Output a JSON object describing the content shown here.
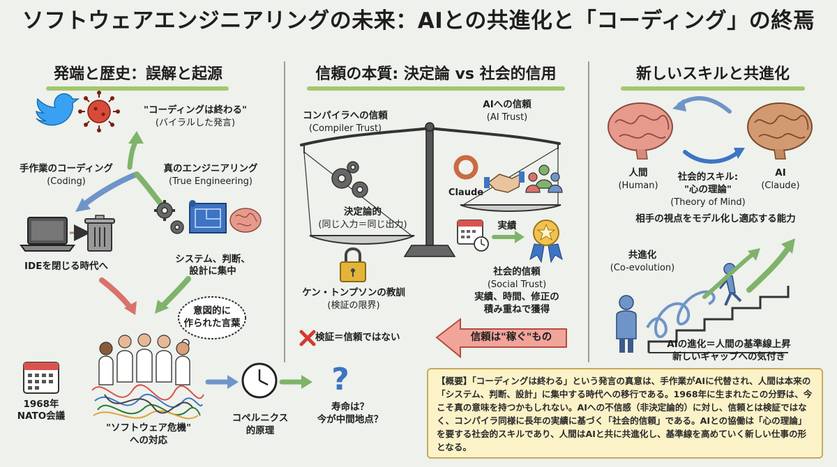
{
  "title": "ソフトウェアエンジニアリングの未来：AIとの共進化と「コーディング」の終焉",
  "sections": {
    "origin": {
      "title": "発端と歴史：誤解と起源",
      "viral_quote": "\"コーディングは終わる\"",
      "viral_sub": "(バイラルした発言)",
      "coding": "手作業のコーディング",
      "coding_en": "(Coding)",
      "true_eng": "真のエンジニアリング",
      "true_eng_en": "(True Engineering)",
      "ide": "IDEを閉じる時代へ",
      "system_focus_1": "システム、判断、",
      "system_focus_2": "設計に集中",
      "intentional_1": "意図的に",
      "intentional_2": "作られた言葉",
      "nato_1": "1968年",
      "nato_2": "NATO会議",
      "crisis_1": "\"ソフトウェア危機\"",
      "crisis_2": "への対応",
      "copernicus_1": "コペルニクス",
      "copernicus_2": "的原理",
      "lifespan_1": "寿命は？",
      "lifespan_2": "今が中間地点？"
    },
    "trust": {
      "title": "信頼の本質: 決定論 vs 社会的信用",
      "compiler": "コンパイラへの信頼",
      "compiler_en": "(Compiler Trust)",
      "ai": "AIへの信頼",
      "ai_en": "(AI Trust)",
      "claude": "Claude",
      "deterministic_1": "決定論的",
      "deterministic_2": "(同じ入力＝同じ出力)",
      "passed": "実績",
      "social_1": "社会的信頼",
      "social_2": "(Social Trust)",
      "social_3": "実績、時間、修正の",
      "social_4": "積み重ねで獲得",
      "thompson_1": "ケン・トンプソンの教訓",
      "thompson_2": "(検証の限界)",
      "verify": "検証＝信頼ではない",
      "earned": "信頼は\"稼ぐ\"もの"
    },
    "skills": {
      "title": "新しいスキルと共進化",
      "human": "人間",
      "human_en": "(Human)",
      "social_skill_1": "社会的スキル:",
      "social_skill_2": "\"心の理論\"",
      "social_skill_3": "(Theory of Mind)",
      "ai": "AI",
      "ai_en": "(Claude)",
      "ability": "相手の視点をモデル化し適応する能力",
      "coevo": "共進化",
      "coevo_en": "(Co-evolution)",
      "baseline_1": "AIの進化＝人間の基準線上昇",
      "baseline_2": "新しいギャップへの気付き"
    }
  },
  "summary": "【概要】「コーディングは終わる」という発言の真意は、手作業がAIに代替され、人間は本来の「システム、判断、設計」に集中する時代への移行である。1968年に生まれたこの分野は、今こそ真の意味を持つかもしれない。AIへの不信感（非決定論的）に対し、信頼とは検証ではなく、コンパイラ同様に長年の実績に基づく「社会的信頼」である。AIとの協働は「心の理論」を要する社会的スキルであり、人間はAIと共に共進化し、基準線を高めていく新しい仕事の形となる。",
  "colors": {
    "background": "#eef1ec",
    "accent_green": "#9ac15f",
    "arrow_blue": "#6f94c8",
    "arrow_green": "#7fb36a",
    "arrow_red": "#d9716c",
    "summary_bg": "#fbf2c8",
    "brain_pink": "#e79a8c",
    "brain_tan": "#d39a72"
  },
  "icons": [
    "twitter-bird-icon",
    "virus-icon",
    "laptop-icon",
    "trash-can-icon",
    "gears-icon",
    "blueprint-icon",
    "brain-icon",
    "calendar-icon",
    "tangled-engineers-icon",
    "clock-icon",
    "question-mark-icon",
    "balance-scale-icon",
    "claude-logo-icon",
    "handshake-icon",
    "people-group-icon",
    "lock-icon",
    "award-medal-icon",
    "cross-mark-icon",
    "human-figure-icon",
    "stairs-icon"
  ]
}
